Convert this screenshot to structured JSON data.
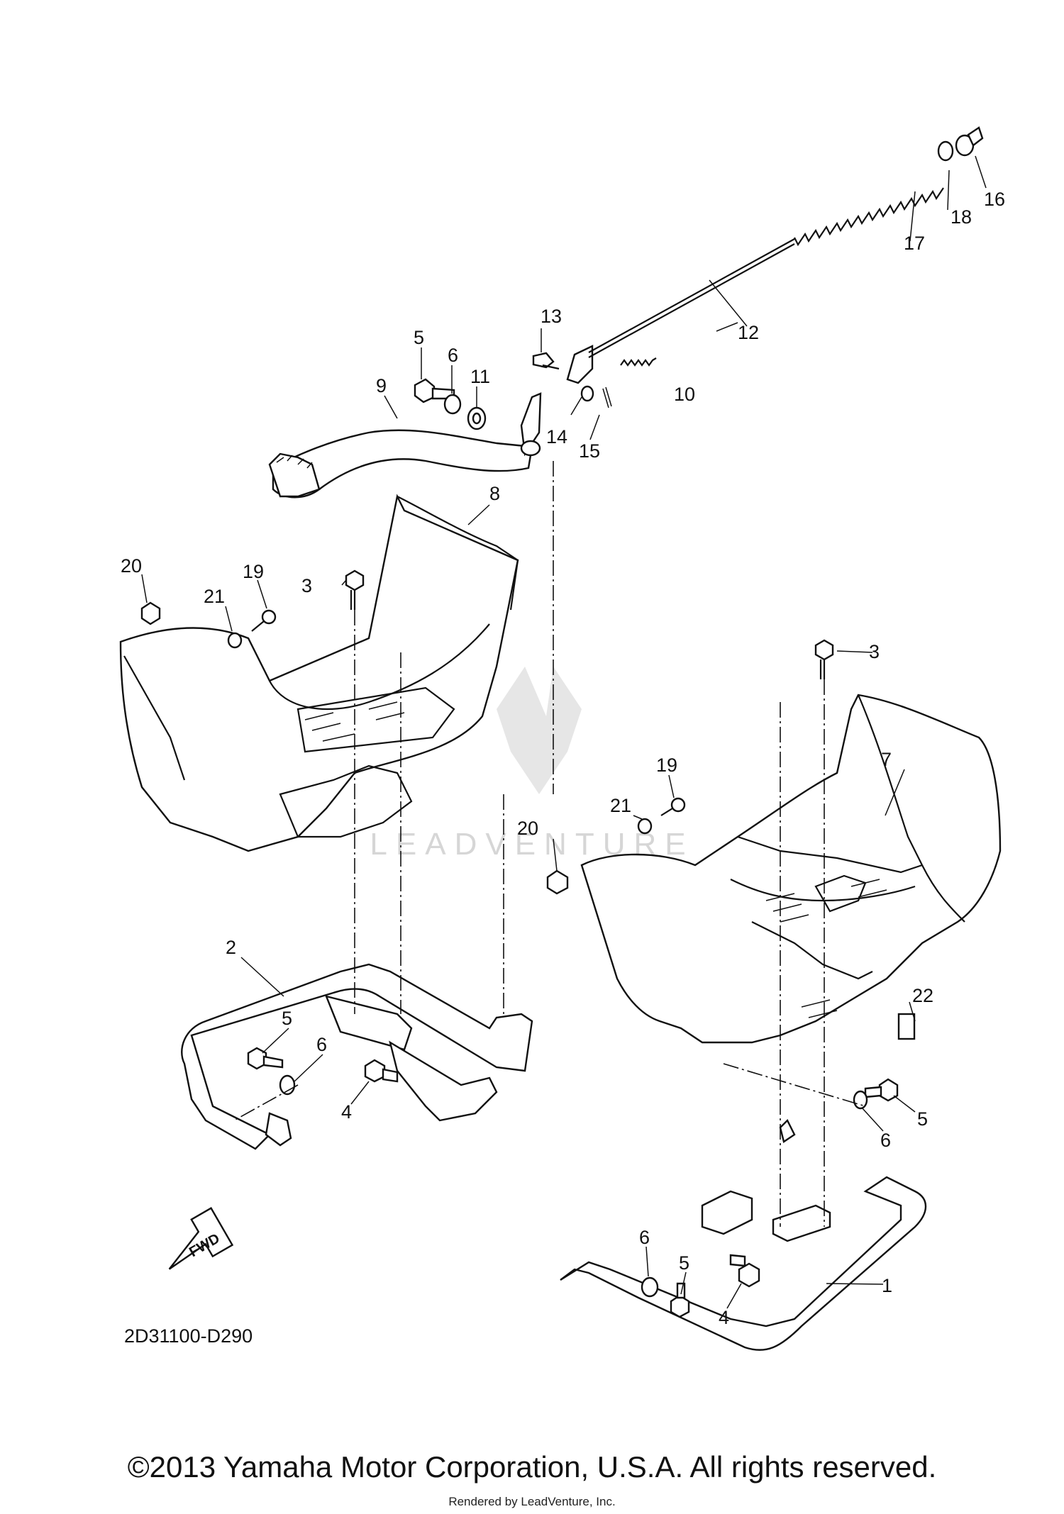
{
  "diagram_code": "2D31100-D290",
  "fwd_label": "FWD",
  "watermark_text": "LEADVENTURE",
  "copyright": "©2013 Yamaha Motor Corporation, U.S.A. All rights reserved.",
  "rendered_by": "Rendered by LeadVenture, Inc.",
  "callouts": [
    {
      "id": "c1",
      "label": "1"
    },
    {
      "id": "c2",
      "label": "2"
    },
    {
      "id": "c3a",
      "label": "3"
    },
    {
      "id": "c3b",
      "label": "3"
    },
    {
      "id": "c4a",
      "label": "4"
    },
    {
      "id": "c4b",
      "label": "4"
    },
    {
      "id": "c5a",
      "label": "5"
    },
    {
      "id": "c5b",
      "label": "5"
    },
    {
      "id": "c5c",
      "label": "5"
    },
    {
      "id": "c5d",
      "label": "5"
    },
    {
      "id": "c6a",
      "label": "6"
    },
    {
      "id": "c6b",
      "label": "6"
    },
    {
      "id": "c6c",
      "label": "6"
    },
    {
      "id": "c6d",
      "label": "6"
    },
    {
      "id": "c7",
      "label": "7"
    },
    {
      "id": "c8",
      "label": "8"
    },
    {
      "id": "c9",
      "label": "9"
    },
    {
      "id": "c10",
      "label": "10"
    },
    {
      "id": "c11",
      "label": "11"
    },
    {
      "id": "c12",
      "label": "12"
    },
    {
      "id": "c13",
      "label": "13"
    },
    {
      "id": "c14",
      "label": "14"
    },
    {
      "id": "c15",
      "label": "15"
    },
    {
      "id": "c16",
      "label": "16"
    },
    {
      "id": "c17",
      "label": "17"
    },
    {
      "id": "c18",
      "label": "18"
    },
    {
      "id": "c19a",
      "label": "19"
    },
    {
      "id": "c19b",
      "label": "19"
    },
    {
      "id": "c20a",
      "label": "20"
    },
    {
      "id": "c20b",
      "label": "20"
    },
    {
      "id": "c21a",
      "label": "21"
    },
    {
      "id": "c21b",
      "label": "21"
    },
    {
      "id": "c22",
      "label": "22"
    }
  ]
}
